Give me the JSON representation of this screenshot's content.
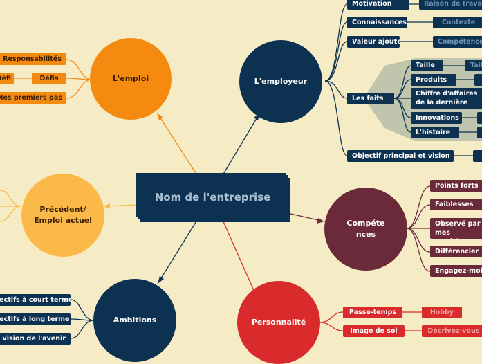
{
  "central": {
    "title": "Nom de l'entreprise"
  },
  "employeur": {
    "label": "L'employeur",
    "items": [
      "Motivation",
      "Connaissances",
      "Valeur ajoutée",
      "Les faits",
      "Objectif principal et vision"
    ],
    "children": [
      "Raison de travail",
      "Contexte",
      "Compétences"
    ],
    "faits": [
      "Taille",
      "Produits",
      "Chiffre d'affaires de la dernière",
      "Innovations",
      "L'histoire"
    ],
    "faits_sub": [
      "Taille"
    ]
  },
  "emploi": {
    "label": "L'emploi",
    "items": [
      "Responsabilités",
      "Défis",
      "Mes premiers pas"
    ],
    "sub": "Défi"
  },
  "precedent": {
    "label": "Précédent/ Emploi actuel"
  },
  "competences": {
    "label": "Compétences",
    "items": [
      "Points forts",
      "Faiblesses",
      "Observé par mes supérieurs",
      "Différencier",
      "Engagez-moi"
    ]
  },
  "ambitions": {
    "label": "Ambitions",
    "items": [
      "Objectifs à court terme",
      "Objectifs à long terme",
      "Ma vision de l'avenir"
    ]
  },
  "personnalite": {
    "label": "Personnalité",
    "items": [
      "Passe-temps",
      "Image de soi"
    ],
    "sub": [
      "Hobby",
      "Décrivez-vous"
    ]
  },
  "colors": {
    "background": "#f5ecc5",
    "navy": "#0d3150",
    "orange": "#f58a10",
    "yellow": "#fbb94a",
    "maroon": "#6b2a3a",
    "red": "#d92b2b"
  }
}
